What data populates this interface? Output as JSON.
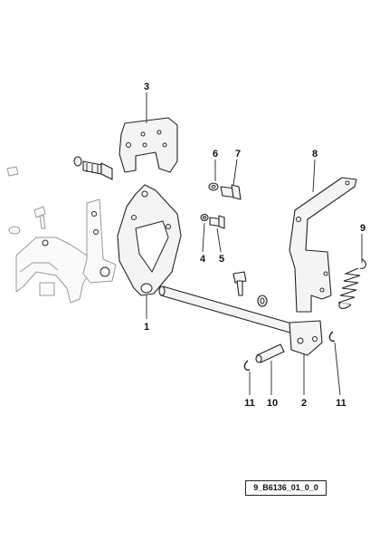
{
  "diagram": {
    "reference_code": "9_B6136_01_0_0",
    "callouts": {
      "part1": "1",
      "part2": "2",
      "part3": "3",
      "part4": "4",
      "part5": "5",
      "part6": "6",
      "part7": "7",
      "part8": "8",
      "part9": "9",
      "part10": "10",
      "part11a": "11",
      "part11b": "11"
    }
  }
}
